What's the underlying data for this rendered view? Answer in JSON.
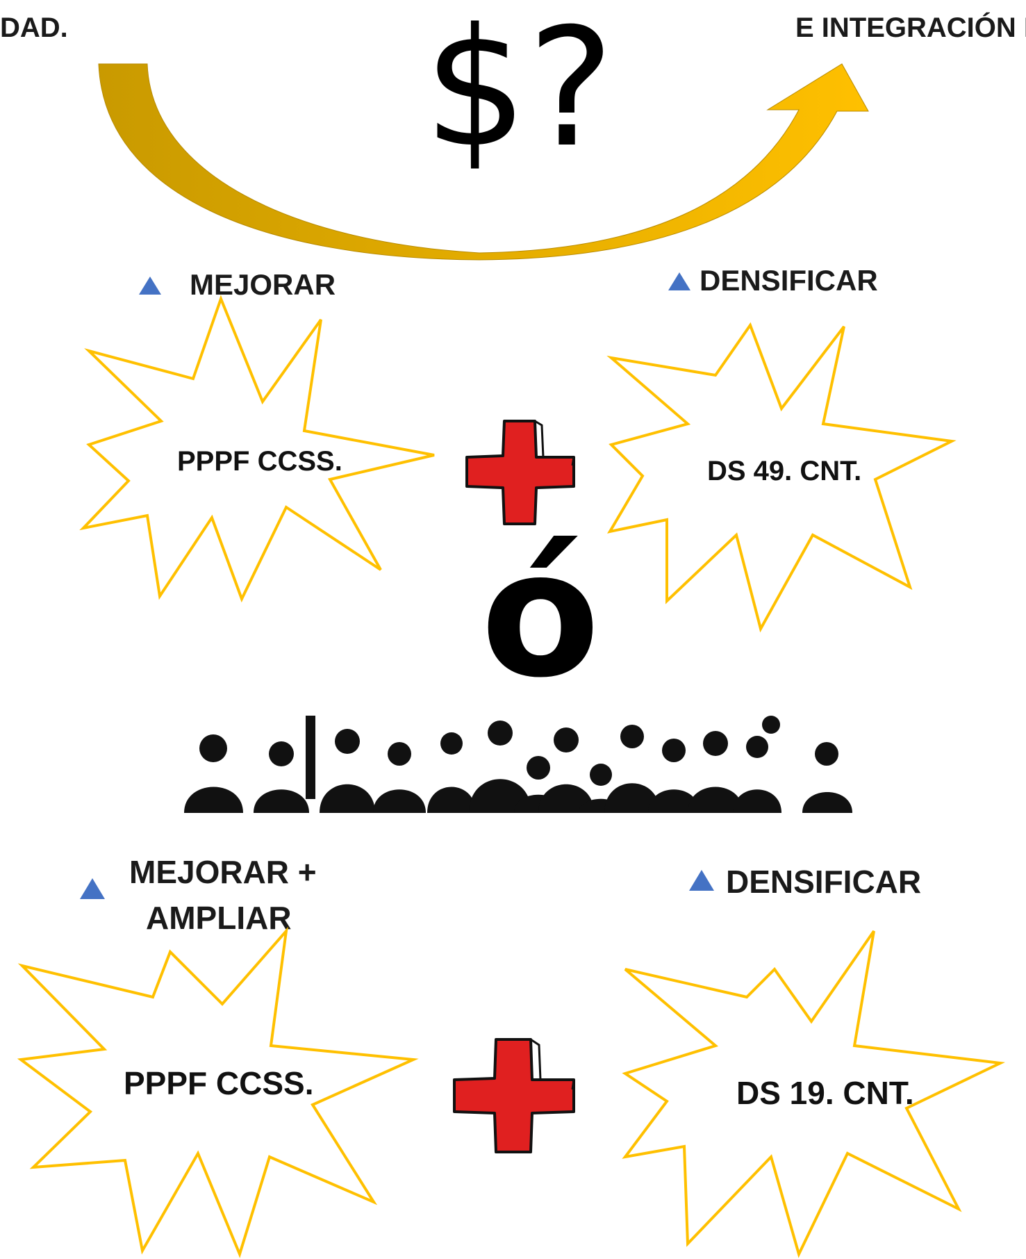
{
  "header": {
    "left_cut_text": "DAD.",
    "right_cut_text": "E INTEGRACIÓN I",
    "center_symbol": "$?"
  },
  "option_1": {
    "left_label": "MEJORAR",
    "right_label": "DENSIFICAR",
    "left_burst_text": "PPPF CCSS.",
    "right_burst_text": "DS 49. CNT."
  },
  "separator": "ó",
  "option_2": {
    "left_label_line1": "MEJORAR +",
    "left_label_line2": "AMPLIAR",
    "right_label": "DENSIFICAR",
    "left_burst_text": "PPPF CCSS.",
    "right_burst_text": "DS 19. CNT."
  },
  "colors": {
    "arrow_gold": "#C99A00",
    "arrow_yellow": "#FFC000",
    "burst_outline": "#FFC000",
    "triangle_blue": "#4472C4",
    "cross_red": "#E02020"
  },
  "icons": {
    "plus": "red-plus-cross-icon",
    "triangle": "blue-triangle-bullet-icon",
    "people": "group-of-people-image"
  }
}
